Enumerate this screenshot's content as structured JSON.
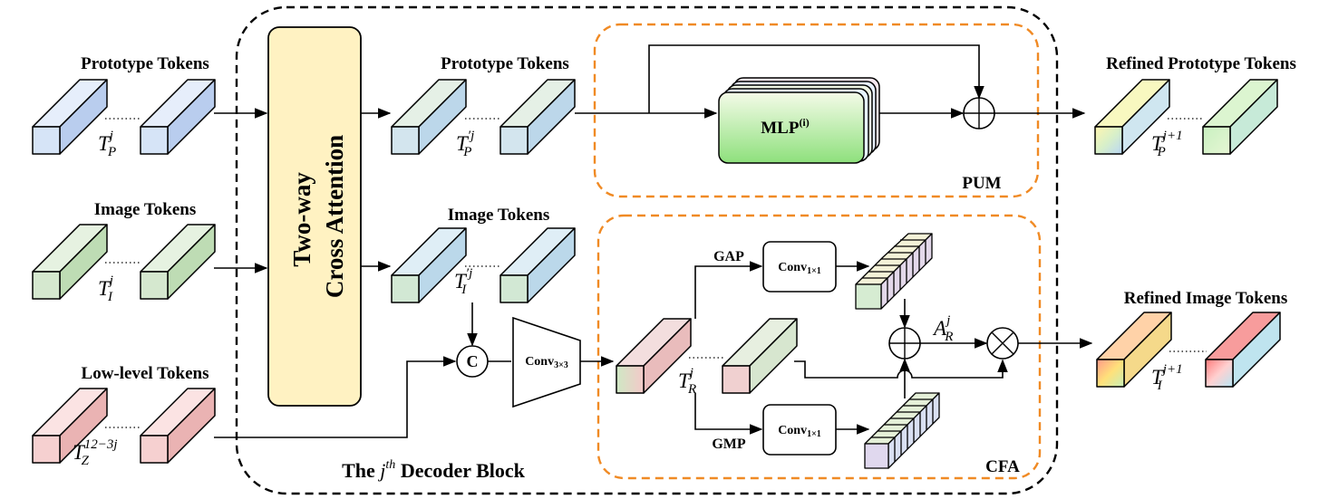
{
  "labels": {
    "prototype_tokens_in": "Prototype Tokens",
    "image_tokens_in": "Image Tokens",
    "lowlevel_tokens_in": "Low-level Tokens",
    "prototype_tokens_mid": "Prototype Tokens",
    "image_tokens_mid": "Image Tokens",
    "refined_prototype_tokens": "Refined Prototype Tokens",
    "refined_image_tokens": "Refined Image Tokens",
    "cross_attention_line1": "Two-way",
    "cross_attention_line2": "Cross Attention",
    "mlp": "MLP",
    "mlp_sup": "(i)",
    "pum": "PUM",
    "cfa": "CFA",
    "gap": "GAP",
    "gmp": "GMP",
    "conv1_base": "Conv",
    "conv1_sub": "1×1",
    "conv3_base": "Conv",
    "conv3_sub": "3×3",
    "concat": "C",
    "decoder_block_pre": "The ",
    "decoder_block_j": "j",
    "decoder_block_th": "th",
    "decoder_block_post": " Decoder Block"
  },
  "math": {
    "T": "T",
    "tp_sub": "P",
    "tp_sup": "j",
    "tpp_sup": "′j",
    "ti_sub": "I",
    "ti_sup": "j",
    "tip_sup": "′j",
    "tz_sub": "Z",
    "tz_sup": "12−3j",
    "tr_sub": "R",
    "tr_sup": "j",
    "refined_sup": "j+1",
    "A": "A",
    "ar_sub": "R",
    "ar_sup": "j"
  },
  "colors": {
    "prototype_blue": "#d6e4f7",
    "image_green": "#d5e8cf",
    "lowlevel_red": "#f6d0d0",
    "cross_attention_yellow": "#fff2c2",
    "pum_cfa_border": "#f08a24",
    "mlp_gradient_top": "#f4fbe8",
    "mlp_gradient_bottom": "#8ee07c"
  }
}
